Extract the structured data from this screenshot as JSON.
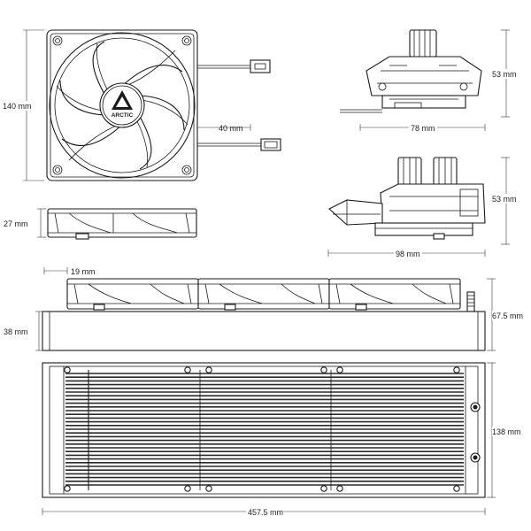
{
  "brand": "ARCTIC",
  "dimensions": {
    "fan_height": "140 mm",
    "cable_length": "40 mm",
    "fan_thickness": "27 mm",
    "pump_height_front": "53 mm",
    "pump_width": "78 mm",
    "pump_height_side": "53 mm",
    "pump_depth": "98 mm",
    "fan_offset": "19 mm",
    "radiator_thickness": "38 mm",
    "total_thickness": "67.5 mm",
    "radiator_width": "138 mm",
    "radiator_length": "457.5 mm"
  },
  "colors": {
    "line": "#1a1a1a",
    "fin": "#2a2a2a",
    "background": "#ffffff"
  }
}
